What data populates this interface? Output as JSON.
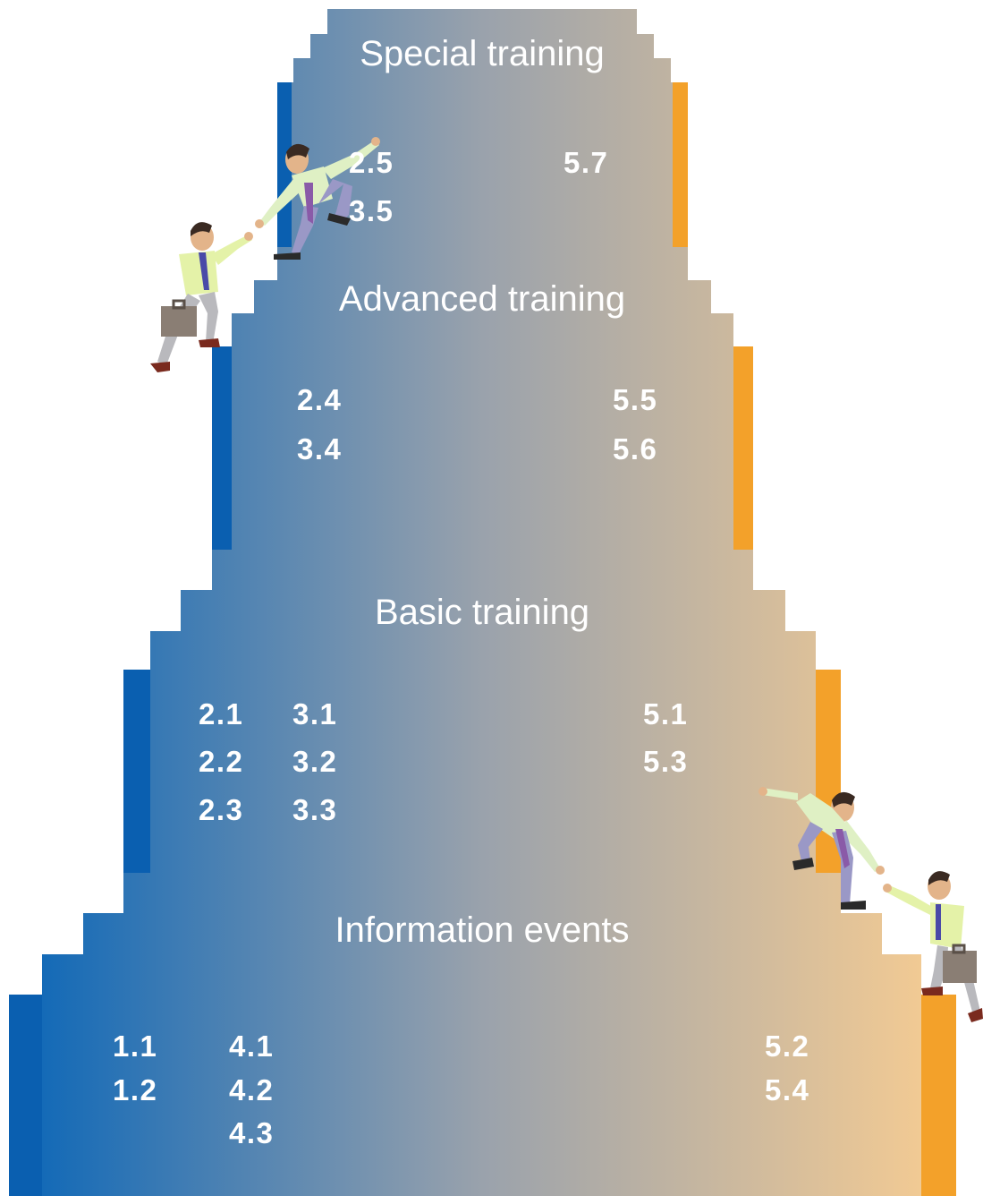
{
  "tiers": [
    {
      "title": "Special training",
      "codes": {
        "c1": "2.5",
        "c2": "3.5",
        "r1": "5.7"
      }
    },
    {
      "title": "Advanced training",
      "codes": {
        "c1": "2.4",
        "c2": "3.4",
        "r1": "5.5",
        "r2": "5.6"
      }
    },
    {
      "title": "Basic training",
      "codes": {
        "a1": "2.1",
        "a2": "2.2",
        "a3": "2.3",
        "b1": "3.1",
        "b2": "3.2",
        "b3": "3.3",
        "r1": "5.1",
        "r2": "5.3"
      }
    },
    {
      "title": "Information events",
      "codes": {
        "a1": "1.1",
        "a2": "1.2",
        "b1": "4.1",
        "b2": "4.2",
        "b3": "4.3",
        "r1": "5.2",
        "r2": "5.4"
      }
    }
  ],
  "colors": {
    "blue": "#0a66b8",
    "gray": "#9aa2ac",
    "peach": "#f8cd92",
    "orange": "#f3a12a"
  },
  "illustrations": [
    "businessmen-climbing-helping-icon",
    "businessmen-climbing-helping-icon"
  ]
}
